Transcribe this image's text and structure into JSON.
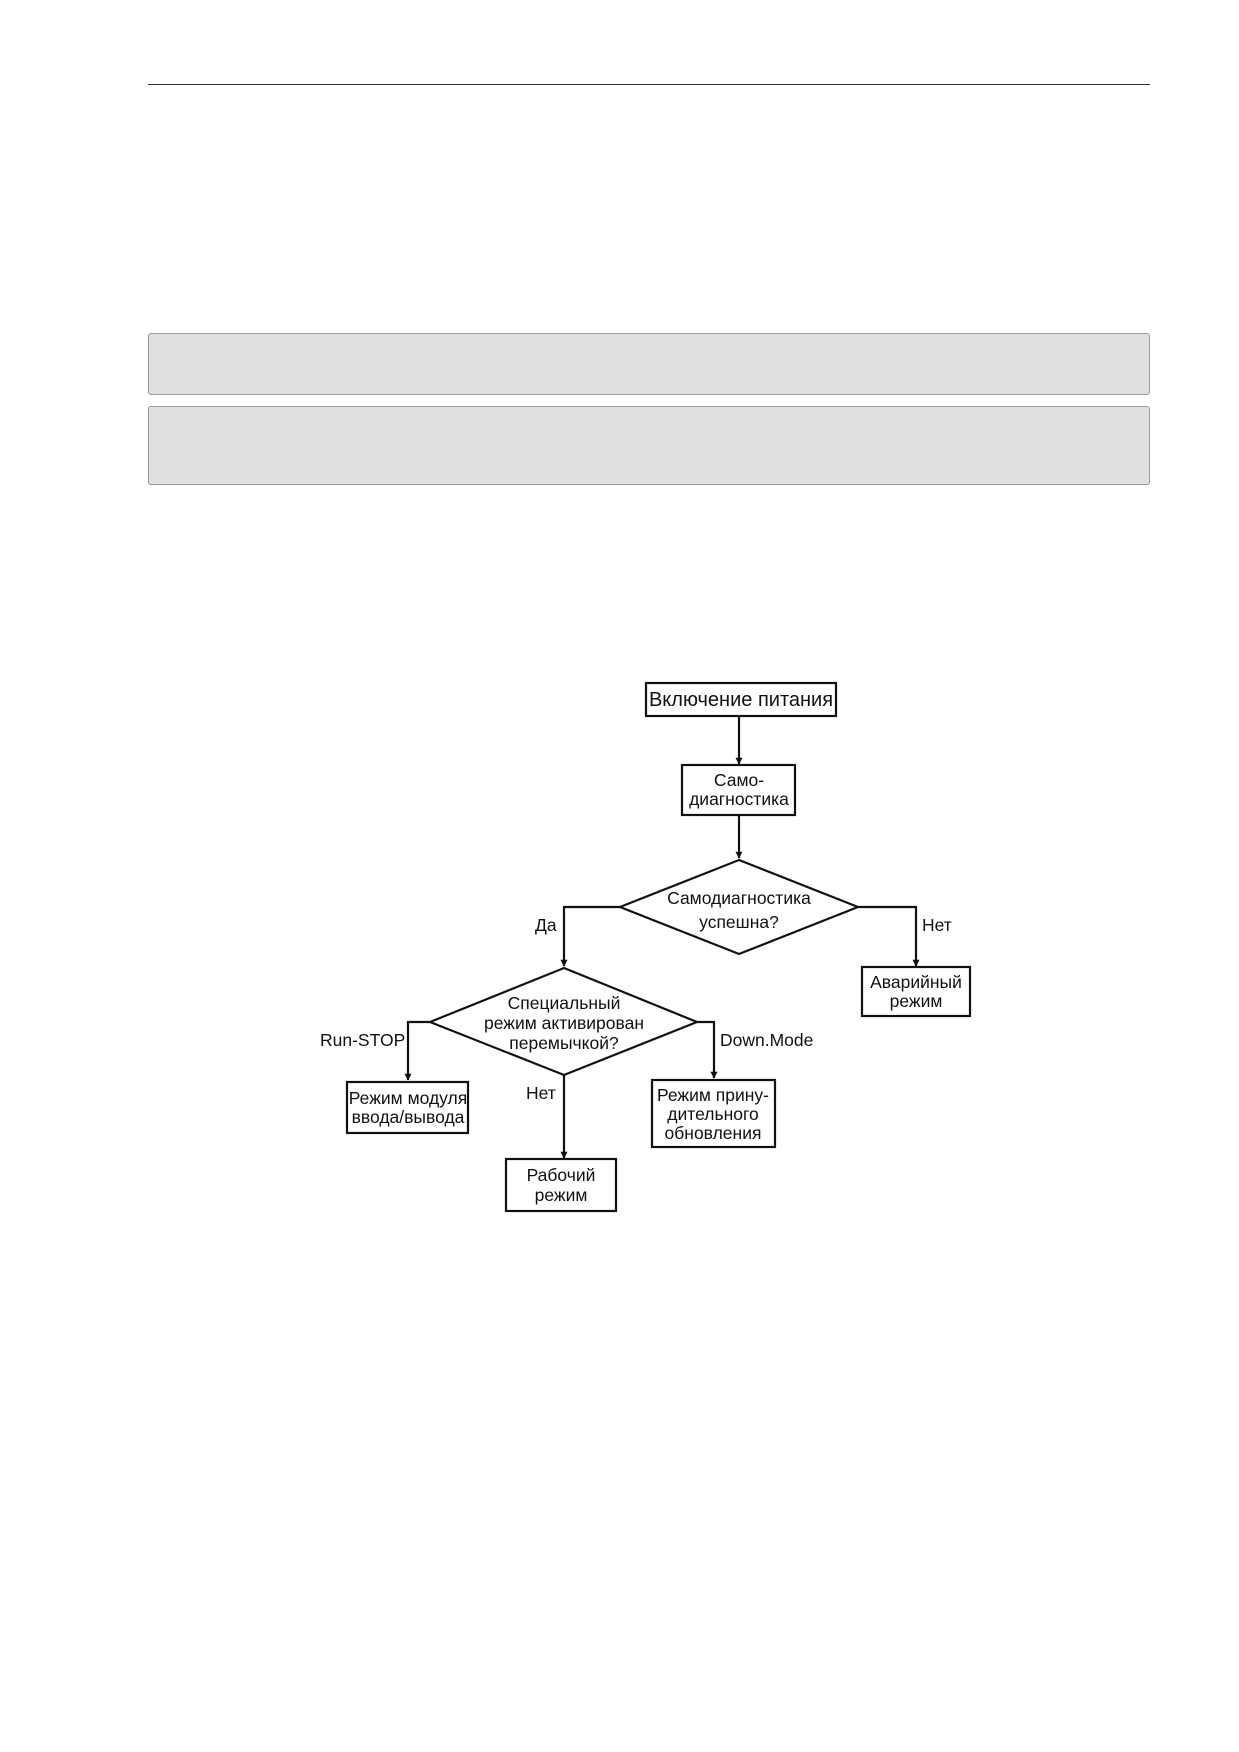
{
  "flowchart": {
    "nodes": {
      "power_on": {
        "lines": [
          "Включение питания"
        ]
      },
      "self_diag": {
        "lines": [
          "Само-",
          "диагностика"
        ]
      },
      "diag_ok": {
        "lines": [
          "Самодиагностика",
          "успешна?"
        ]
      },
      "emergency": {
        "lines": [
          "Аварийный",
          "режим"
        ]
      },
      "special_mode": {
        "lines": [
          "Специальный",
          "режим активирован",
          "перемычкой?"
        ]
      },
      "io_module_mode": {
        "lines": [
          "Режим модуля",
          "ввода/вывода"
        ]
      },
      "operating_mode": {
        "lines": [
          "Рабочий",
          "режим"
        ]
      },
      "forced_update_mode": {
        "lines": [
          "Режим прину-",
          "дительного",
          "обновления"
        ]
      }
    },
    "edge_labels": {
      "yes": "Да",
      "no_emergency": "Нет",
      "run_stop": "Run-STOP",
      "no_operating": "Нет",
      "down_mode": "Down.Mode"
    }
  }
}
